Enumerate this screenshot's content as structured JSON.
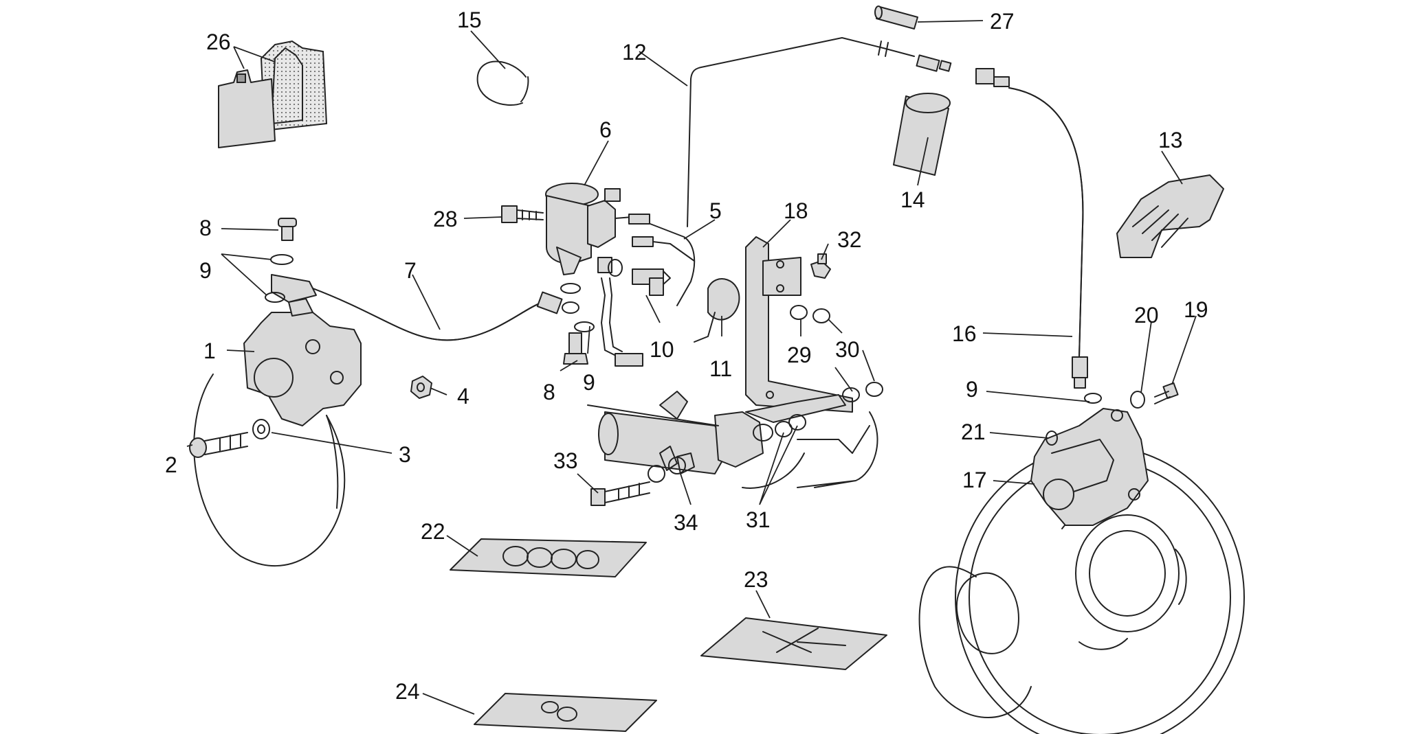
{
  "callouts": {
    "c1": "1",
    "c2": "2",
    "c3": "3",
    "c4": "4",
    "c5": "5",
    "c6": "6",
    "c7": "7",
    "c8a": "8",
    "c8b": "8",
    "c9a": "9",
    "c9b": "9",
    "c9c": "9",
    "c10": "10",
    "c11": "11",
    "c12": "12",
    "c13": "13",
    "c14": "14",
    "c15": "15",
    "c16": "16",
    "c17": "17",
    "c18": "18",
    "c19": "19",
    "c20": "20",
    "c21": "21",
    "c22": "22",
    "c23": "23",
    "c24": "24",
    "c26": "26",
    "c27": "27",
    "c28": "28",
    "c29": "29",
    "c30": "30",
    "c31": "31",
    "c32": "32",
    "c33": "33",
    "c34": "34"
  }
}
